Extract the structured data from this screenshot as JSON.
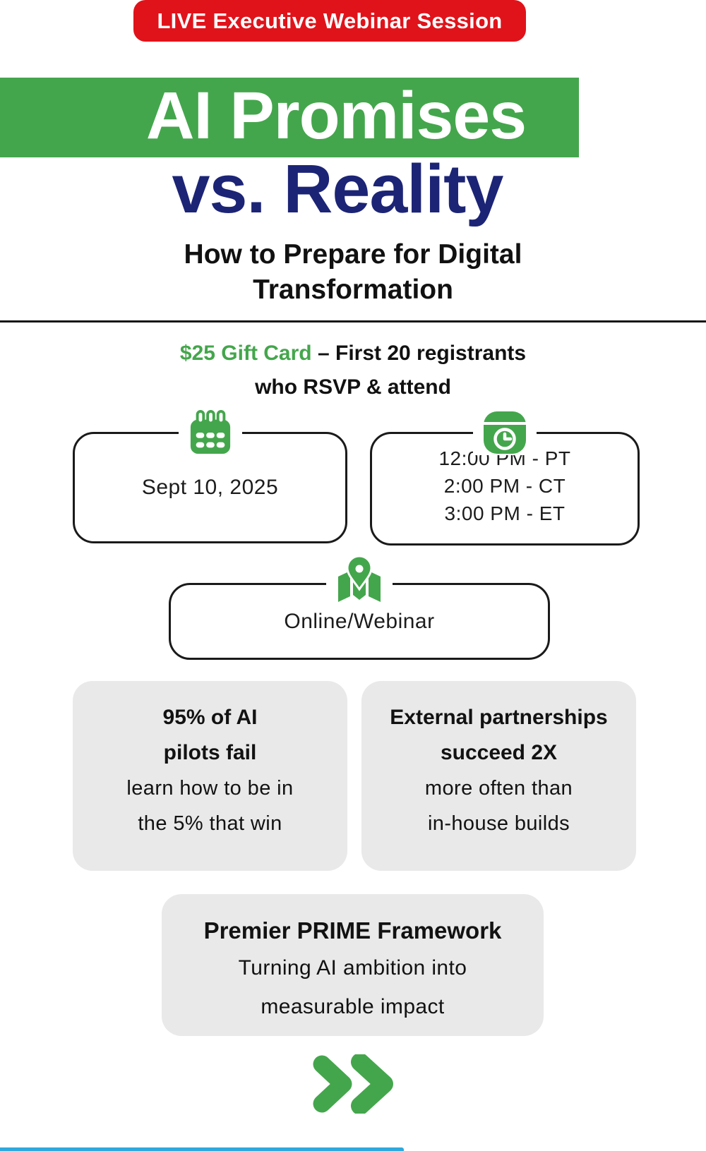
{
  "badge": {
    "label": "LIVE Executive Webinar Session"
  },
  "title": {
    "line1": "AI Promises",
    "line2": "vs. Reality"
  },
  "subtitle": {
    "line1": "How to Prepare for Digital",
    "line2": "Transformation"
  },
  "offer": {
    "highlight": "$25 Gift Card",
    "rest": "– First 20 registrants",
    "line2": "who RSVP & attend"
  },
  "event": {
    "date": {
      "icon": "calendar-icon",
      "value": "Sept 10, 2025"
    },
    "times": {
      "icon": "clock-icon",
      "lines": [
        "12:00 PM - PT",
        "2:00 PM - CT",
        "3:00 PM - ET"
      ]
    },
    "location": {
      "icon": "map-pin-icon",
      "value": "Online/Webinar"
    }
  },
  "highlights": [
    {
      "bold_lines": [
        "95% of AI",
        "pilots fail"
      ],
      "regular_lines": [
        "learn how to be in",
        "the 5% that win"
      ]
    },
    {
      "bold_lines": [
        "External partnerships",
        "succeed 2X"
      ],
      "regular_lines": [
        "more often than",
        "in-house builds"
      ]
    }
  ],
  "framework": {
    "title": "Premier PRIME Framework",
    "lines": [
      "Turning AI ambition into",
      "measurable impact"
    ]
  },
  "footer": {
    "icon": "double-chevron-icon"
  },
  "colors": {
    "green": "#44a64c",
    "red": "#e0131a",
    "navy": "#1c2476",
    "card_gray": "#e9e9e9",
    "footer_blue": "#2ea9de"
  }
}
